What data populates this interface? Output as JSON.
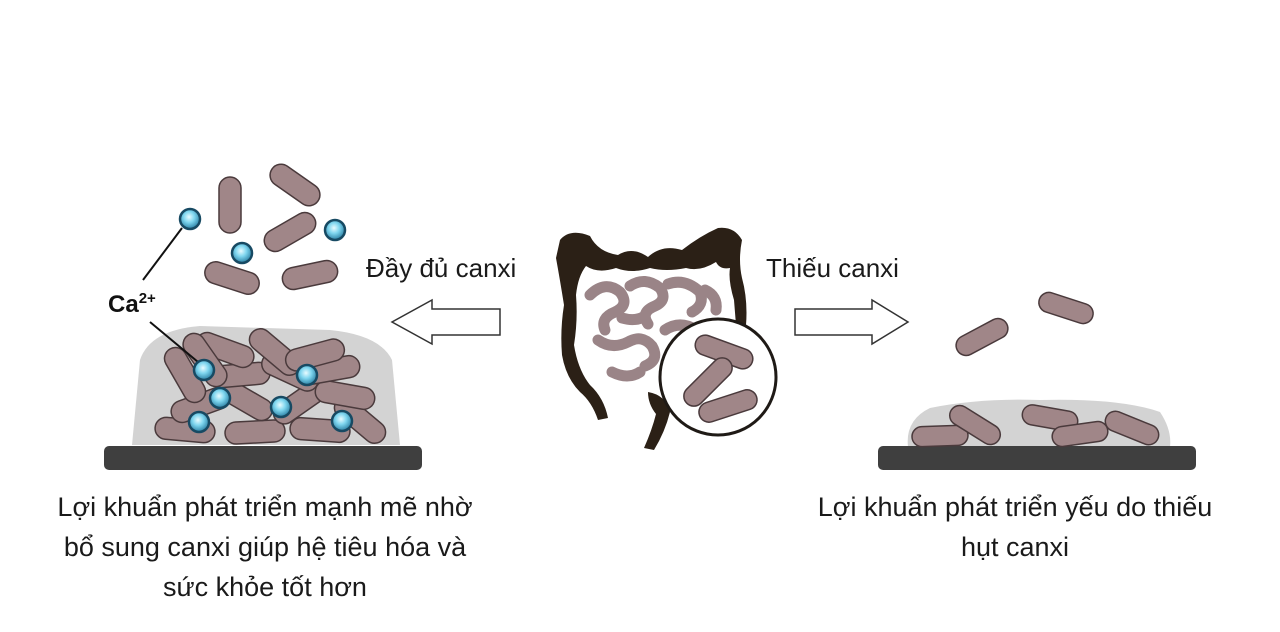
{
  "labels": {
    "sufficient": "Đầy đủ canxi",
    "deficient": "Thiếu canxi",
    "ion": "Ca",
    "ion_charge": "2+"
  },
  "captions": {
    "left": [
      "Lợi khuẩn phát triển mạnh mẽ nhờ",
      "bổ sung canxi giúp hệ tiêu hóa và",
      "sức khỏe tốt hơn"
    ],
    "right": [
      "Lợi khuẩn phát triển yếu do thiếu",
      "hụt canxi"
    ]
  },
  "colors": {
    "bacteria": "#a08688",
    "bacteria_outline": "#4a3a3c",
    "ion_core": "#7fd6ef",
    "ion_edge": "#174a63",
    "biofilm": "#d3d3d3",
    "surface": "#3f3f3f",
    "colon": "#2b2016",
    "small_intestine": "#9a8487"
  },
  "icons": [
    "left-arrow-icon",
    "right-arrow-icon",
    "intestine-icon",
    "magnifier-icon"
  ]
}
